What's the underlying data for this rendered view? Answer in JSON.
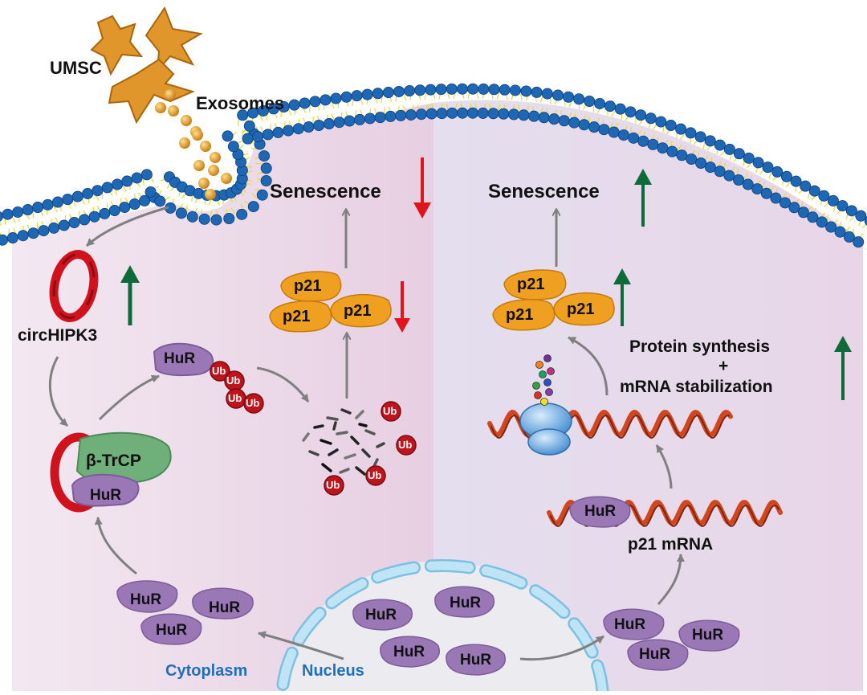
{
  "labels": {
    "umsc": "UMSC",
    "exosomes": "Exosomes",
    "senescence_left": "Senescence",
    "senescence_right": "Senescence",
    "circhipk3": "circHIPK3",
    "btrcp": "β-TrCP",
    "p21": "p21",
    "hur": "HuR",
    "ub": "Ub",
    "protein_synthesis": "Protein synthesis",
    "plus": "+",
    "mrna_stabilization": "mRNA stabilization",
    "p21_mrna": "p21 mRNA",
    "cytoplasm": "Cytoplasm",
    "nucleus": "Nucleus"
  },
  "trends": {
    "senescence_left": "down",
    "p21_left": "down",
    "circhipk3": "up",
    "senescence_right": "up",
    "p21_right": "up",
    "protein_synthesis": "up"
  },
  "colors": {
    "up_arrow": "#0d6b3a",
    "down_arrow": "#e0151b",
    "cell_left": "#ead6e6",
    "cell_right": "#e2d9ea",
    "membrane_head": "#1e67b5",
    "membrane_tail": "#f0e030",
    "hur": "#9a78b6",
    "p21": "#f0a020",
    "ub": "#c0141c",
    "btrcp": "#6fb07a",
    "mrna": "#d2461e",
    "nucleus_membrane": "#aad8ee",
    "circrna": "#d0121c",
    "umsc": "#e0962a"
  }
}
